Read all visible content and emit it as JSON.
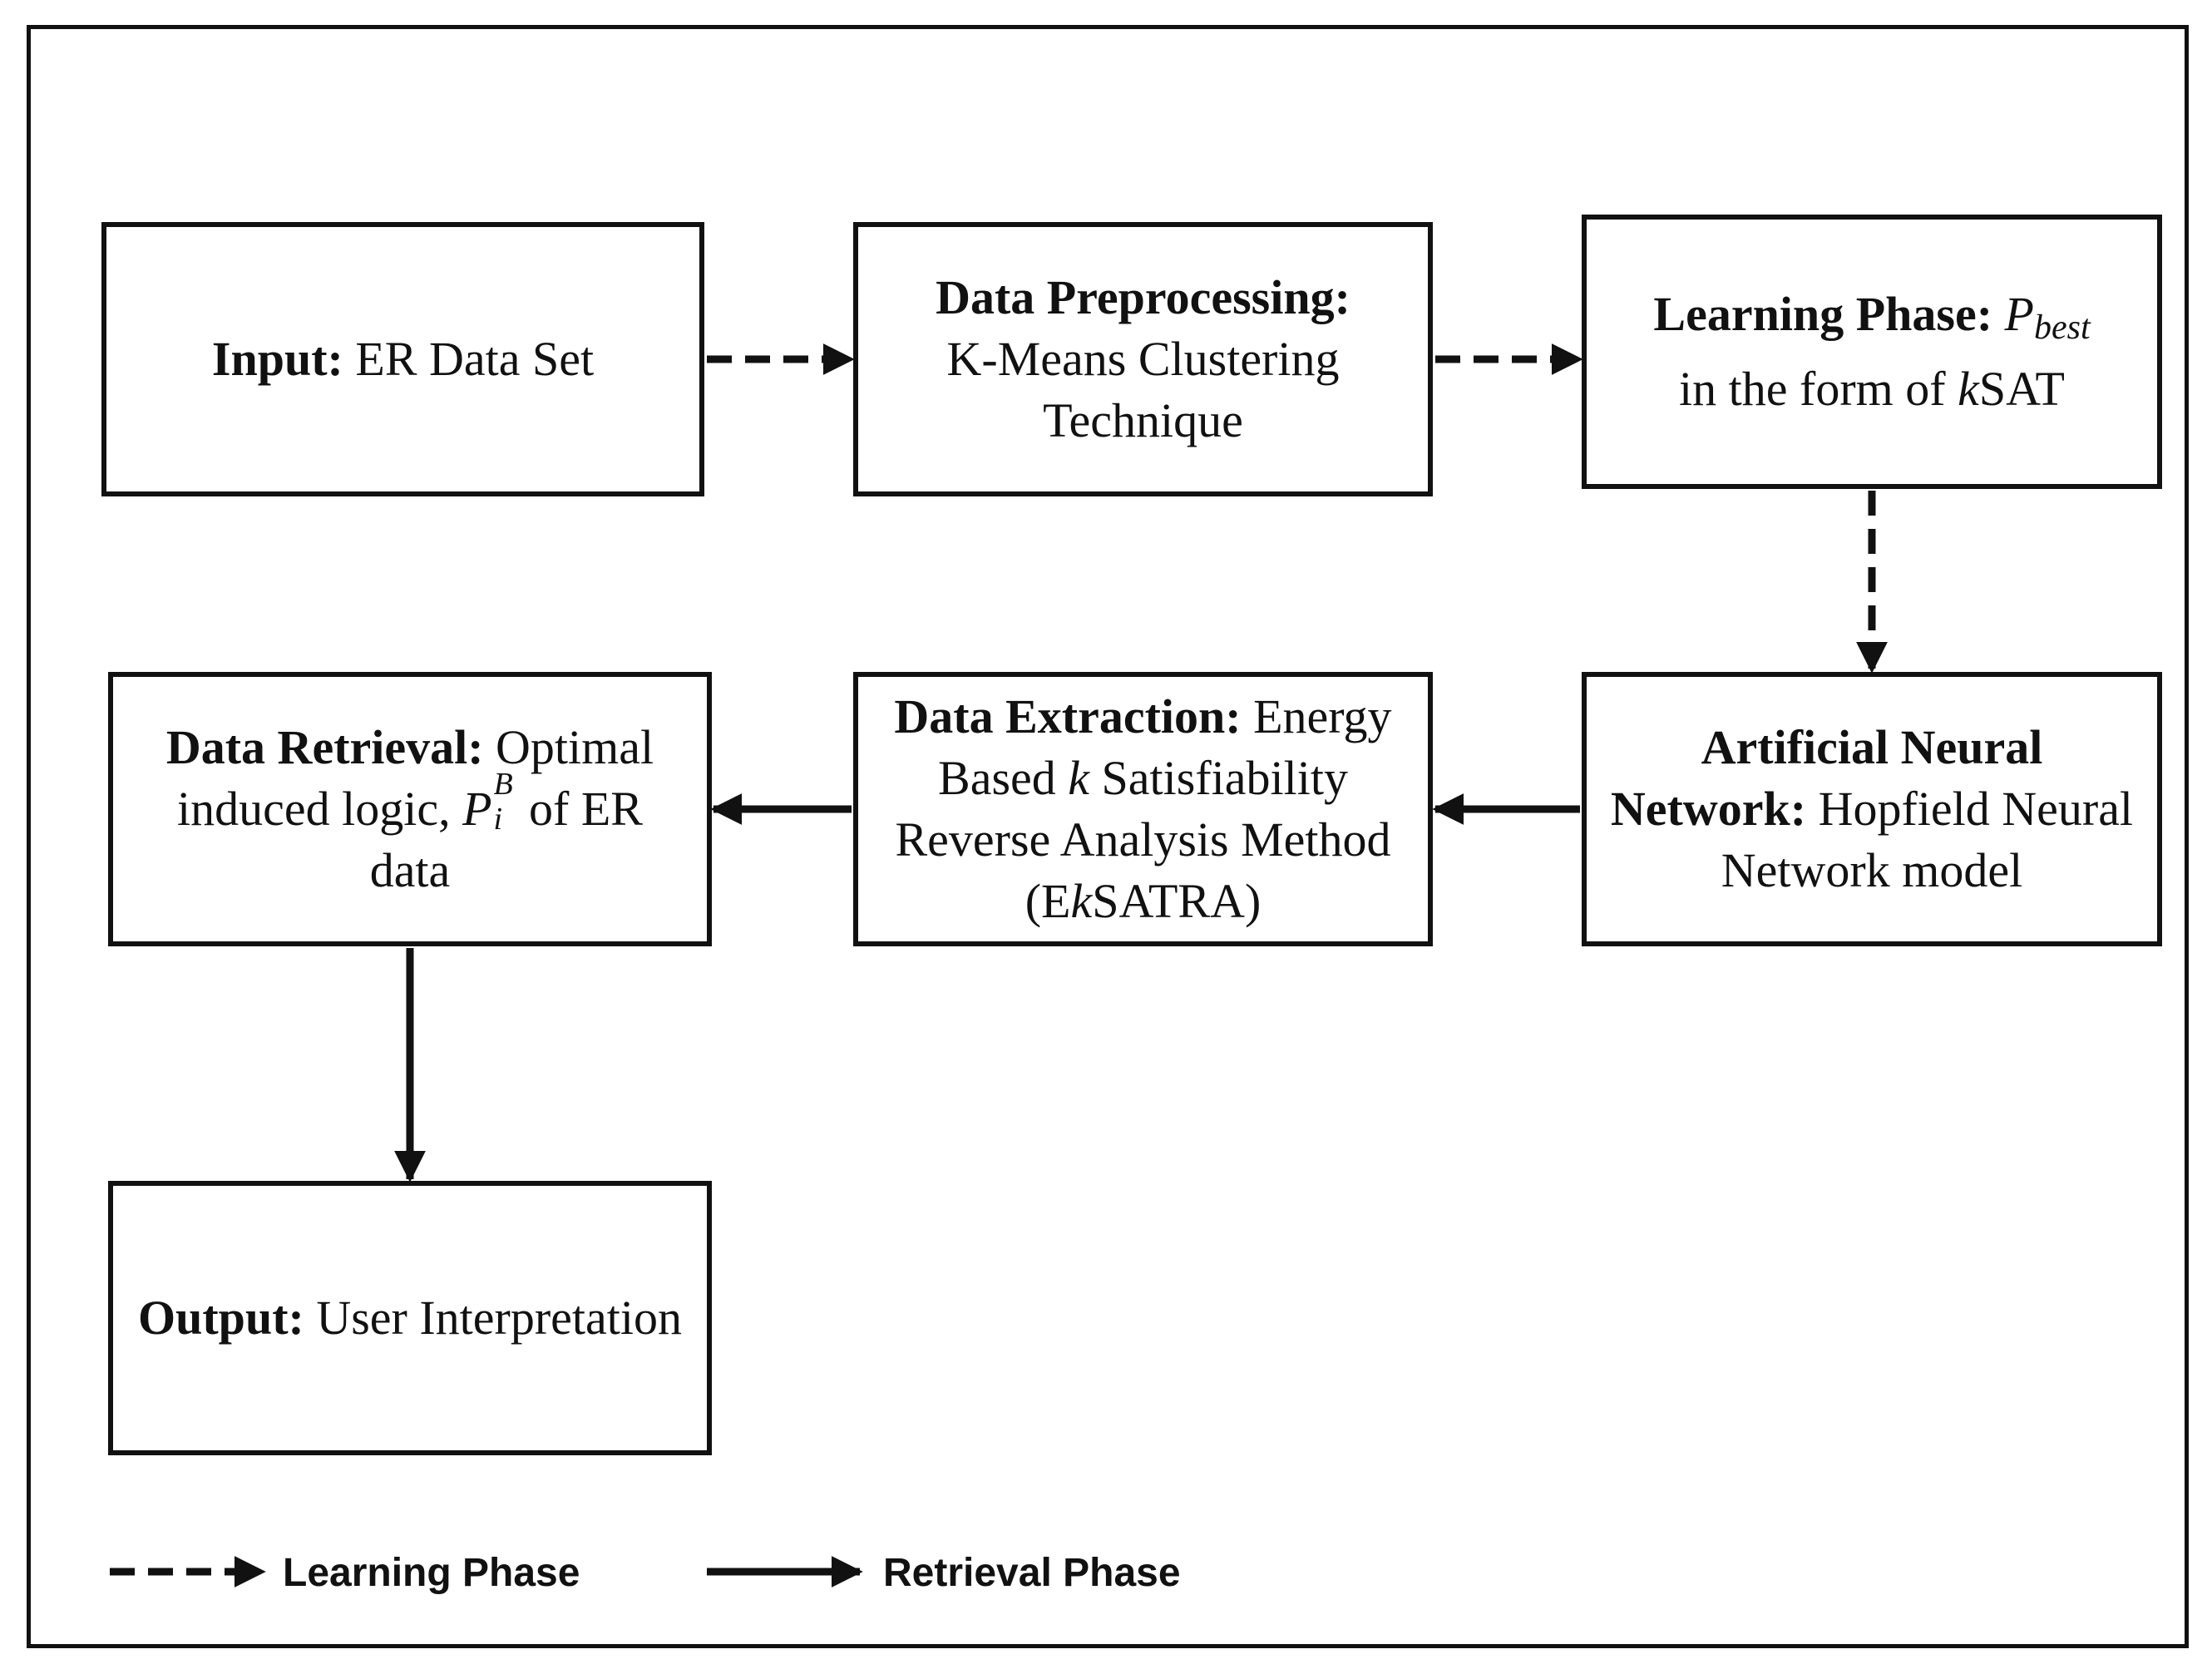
{
  "boxes": {
    "input": {
      "title": "Input:",
      "text": "ER Data Set"
    },
    "preprocessing": {
      "title": "Data Preprocessing:",
      "text": "K-Means Clustering Technique"
    },
    "learning": {
      "title": "Learning Phase:",
      "symbol": "P",
      "symbol_sub": "best",
      "text_pre": "in the form of ",
      "text_k": "k",
      "text_post": "SAT"
    },
    "ann": {
      "title": "Artificial Neural Network:",
      "text": "Hopfield Neural Network model"
    },
    "extraction": {
      "title": "Data Extraction:",
      "text_1": "Energy Based ",
      "text_k": "k",
      "text_2": " Satisfiability Reverse Analysis Method (E",
      "text_k2": "k",
      "text_3": "SATRA)"
    },
    "retrieval": {
      "title": "Data Retrieval:",
      "text_1": "Optimal induced logic, ",
      "symbol": "P",
      "symbol_sup": "B",
      "symbol_sub": "i",
      "text_2": " of ER data"
    },
    "output": {
      "title": "Output:",
      "text": "User Interpretation"
    }
  },
  "legend": {
    "learning": "Learning Phase",
    "retrieval": "Retrieval Phase"
  },
  "colors": {
    "stroke": "#111111",
    "background": "#ffffff"
  }
}
